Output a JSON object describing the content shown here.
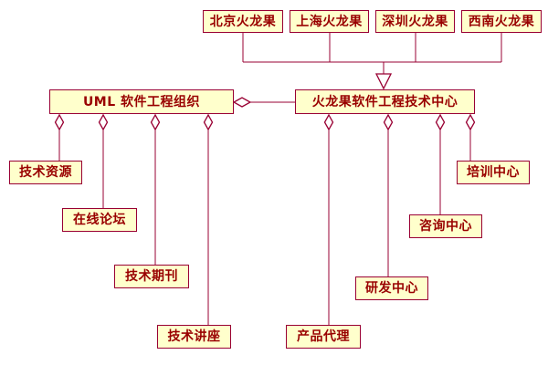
{
  "diagram": {
    "type": "uml-organization-structure",
    "colors": {
      "background": "#FFFFFF",
      "node_fill": "#FFFFCC",
      "node_border": "#990033",
      "connector": "#990033",
      "text": "#990000"
    },
    "branch_offices": [
      "北京火龙果",
      "上海火龙果",
      "深圳火龙果",
      "西南火龙果"
    ],
    "hubs": {
      "left": "UML 软件工程组织",
      "right": "火龙果软件工程技术中心"
    },
    "left_departments": [
      "技术资源",
      "在线论坛",
      "技术期刊",
      "技术讲座"
    ],
    "right_departments": [
      "产品代理",
      "研发中心",
      "咨询中心",
      "培训中心"
    ]
  }
}
